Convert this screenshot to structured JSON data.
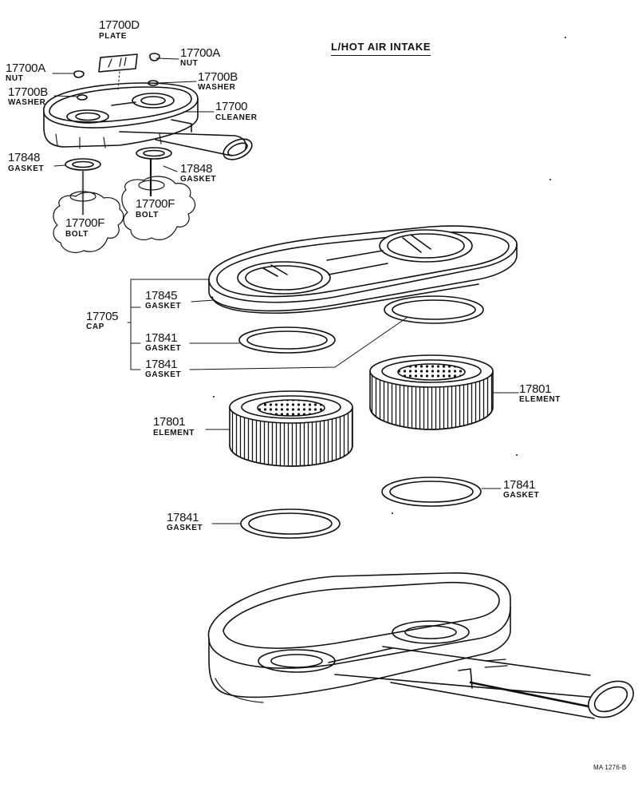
{
  "title": "L/HOT AIR INTAKE",
  "reference": "MA 1276-B",
  "callouts": [
    {
      "id": "plate-17700d",
      "part": "17700D",
      "name": "PLATE"
    },
    {
      "id": "nut-17700a-right",
      "part": "17700A",
      "name": "NUT"
    },
    {
      "id": "nut-17700a-left",
      "part": "17700A",
      "name": "NUT"
    },
    {
      "id": "washer-17700b-right",
      "part": "17700B",
      "name": "WASHER"
    },
    {
      "id": "washer-17700b-left",
      "part": "17700B",
      "name": "WASHER"
    },
    {
      "id": "cleaner-17700",
      "part": "17700",
      "name": "CLEANER"
    },
    {
      "id": "gasket-17848-left",
      "part": "17848",
      "name": "GASKET"
    },
    {
      "id": "gasket-17848-right",
      "part": "17848",
      "name": "GASKET"
    },
    {
      "id": "bolt-17700f-right",
      "part": "17700F",
      "name": "BOLT"
    },
    {
      "id": "bolt-17700f-left",
      "part": "17700F",
      "name": "BOLT"
    },
    {
      "id": "cap-17705",
      "part": "17705",
      "name": "CAP"
    },
    {
      "id": "gasket-17845",
      "part": "17845",
      "name": "GASKET"
    },
    {
      "id": "gasket-17841-upper",
      "part": "17841",
      "name": "GASKET"
    },
    {
      "id": "gasket-17841-second",
      "part": "17841",
      "name": "GASKET"
    },
    {
      "id": "element-17801-right",
      "part": "17801",
      "name": "ELEMENT"
    },
    {
      "id": "element-17801-left",
      "part": "17801",
      "name": "ELEMENT"
    },
    {
      "id": "gasket-17841-right",
      "part": "17841",
      "name": "GASKET"
    },
    {
      "id": "gasket-17841-left",
      "part": "17841",
      "name": "GASKET"
    }
  ]
}
